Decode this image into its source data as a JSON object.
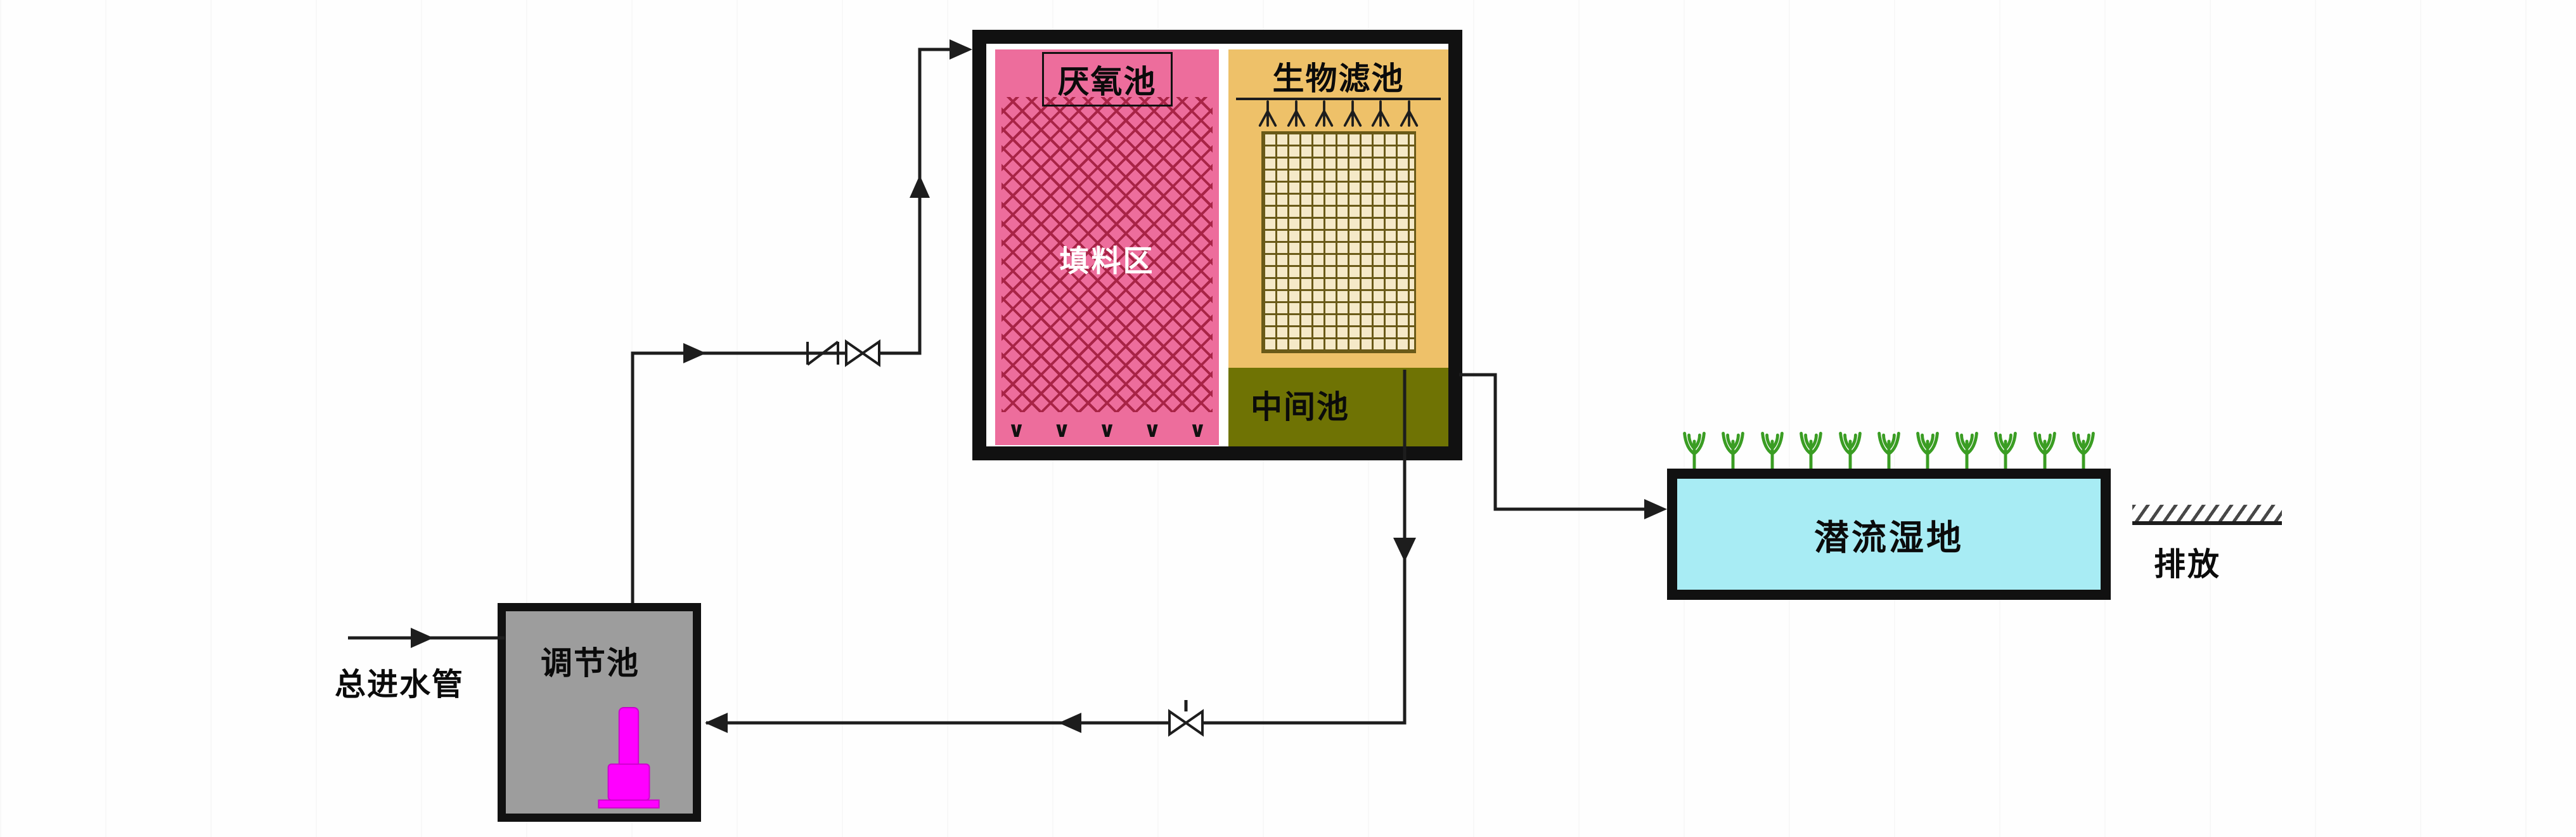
{
  "colors": {
    "line": "#1d1d1d",
    "pink": "#ed6d9c",
    "pink_hatch": "#a82446",
    "orange": "#eec169",
    "grid_bg": "#f5e9c8",
    "grid_line": "#6a5a18",
    "olive": "#6f7304",
    "gray": "#9d9d9d",
    "magenta": "#ff00ff",
    "cyan": "#a8ecf4",
    "plant": "#3a9d23"
  },
  "diagram": {
    "inlet": {
      "label": "总进水管"
    },
    "regulating_tank": {
      "label": "调节池"
    },
    "treatment_unit": {
      "anaerobic_tank": {
        "label": "厌氧池",
        "packing_zone_label": "填料区",
        "bottom_marks": "∨ ∨ ∨ ∨ ∨"
      },
      "biofilter": {
        "label": "生物滤池",
        "nozzle_count": 6
      },
      "intermediate_tank": {
        "label": "中间池"
      }
    },
    "wetland": {
      "label": "潜流湿地",
      "plant_count": 11
    },
    "discharge": {
      "label": "排放"
    }
  }
}
